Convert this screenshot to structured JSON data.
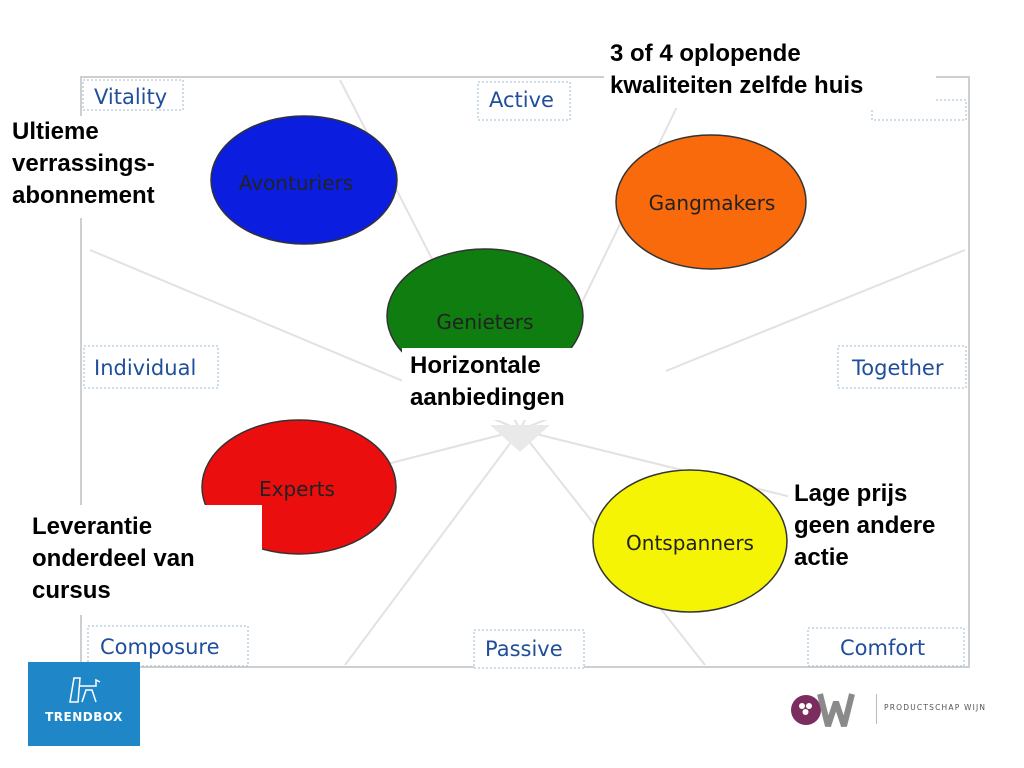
{
  "axes": {
    "vitality": "Vitality",
    "active": "Active",
    "individual": "Individual",
    "together": "Together",
    "composure": "Composure",
    "passive": "Passive",
    "comfort": "Comfort"
  },
  "segments": {
    "avonturiers": "Avonturiers",
    "gangmakers": "Gangmakers",
    "genieters": "Genieters",
    "experts": "Experts",
    "ontspanners": "Ontspanners"
  },
  "segment_colors": {
    "avonturiers": "#0b1ee0",
    "gangmakers": "#f96a0c",
    "genieters": "#0f7d0f",
    "experts": "#ea0e0e",
    "ontspanners": "#f4f404"
  },
  "callouts": {
    "top_right": "3 of 4 oplopende\nkwaliteiten zelfde huis",
    "top_left": "Ultieme\nverrassings-\nabonnement",
    "center": "Horizontale\naanbiedingen",
    "bottom_left": "Leverantie\nonderdeel van\ncursus",
    "bottom_right": "Lage prijs\ngeen andere\nactie"
  },
  "logos": {
    "trendbox": "TRENDBOX",
    "pw_sub": "PRODUCTSCHAP WIJN"
  },
  "colors": {
    "axis_text": "#1f4e9c",
    "trendbox_bg": "#1f87c8",
    "pw_purple": "#7a2d5e",
    "pw_grey": "#8a8a8a"
  }
}
